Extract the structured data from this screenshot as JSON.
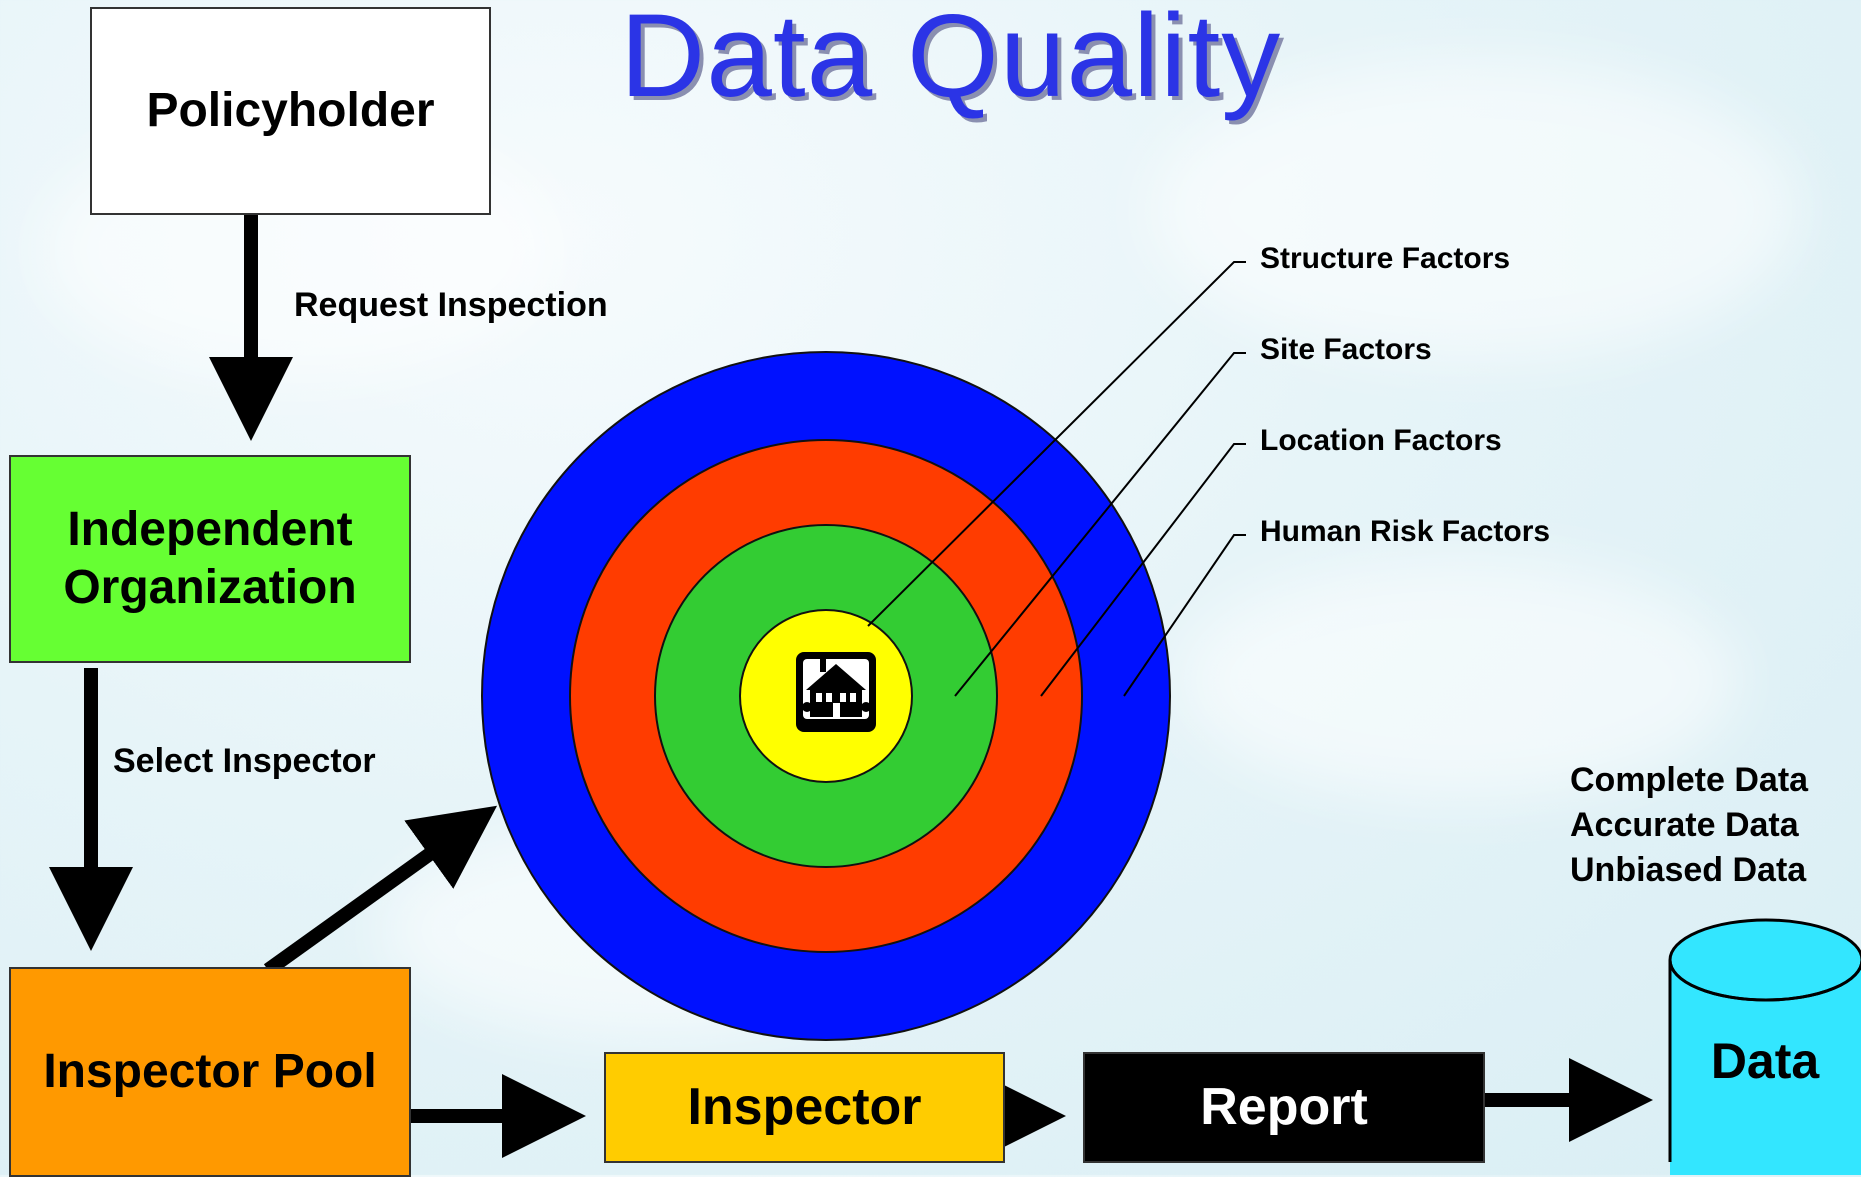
{
  "title": "Data Quality",
  "boxes": {
    "policyholder": "Policyholder",
    "independent_line1": "Independent",
    "independent_line2": "Organization",
    "inspector_pool": "Inspector Pool",
    "inspector": "Inspector",
    "report": "Report"
  },
  "arrows": {
    "request": "Request Inspection",
    "select": "Select Inspector"
  },
  "factors": [
    "Structure Factors",
    "Site Factors",
    "Location Factors",
    "Human Risk Factors"
  ],
  "data_qualities": [
    "Complete Data",
    "Accurate Data",
    "Unbiased Data"
  ],
  "database_label": "Data",
  "colors": {
    "title": "#2b34e6",
    "ring_outer": "#0011ff",
    "ring_second": "#ff3c00",
    "ring_third": "#33cc33",
    "ring_center": "#ffff00",
    "database": "#33e6ff"
  },
  "icons": {
    "center": "house-icon",
    "store": "database-cylinder-icon"
  }
}
